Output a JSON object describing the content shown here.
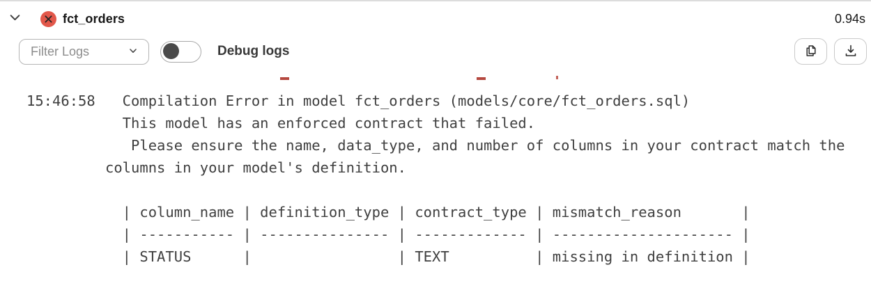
{
  "header": {
    "model_name": "fct_orders",
    "status": "error",
    "status_color": "#e2574a",
    "duration": "0.94s"
  },
  "toolbar": {
    "filter_label": "Filter Logs",
    "debug_toggle_label": "Debug logs",
    "debug_toggle_on": false,
    "icons": [
      "copy-icon",
      "download-icon"
    ]
  },
  "log": {
    "timestamp": "15:46:58",
    "message_lines": [
      "  Compilation Error in model fct_orders (models/core/fct_orders.sql)",
      "  This model has an enforced contract that failed.",
      "   Please ensure the name, data_type, and number of columns in your contract match the",
      "columns in your model's definition.",
      "",
      "  | column_name | definition_type | contract_type | mismatch_reason       |",
      "  | ----------- | --------------- | ------------- | --------------------- |",
      "  | STATUS      |                 | TEXT          | missing in definition |"
    ],
    "error_table": {
      "columns": [
        "column_name",
        "definition_type",
        "contract_type",
        "mismatch_reason"
      ],
      "rows": [
        [
          "STATUS",
          "",
          "TEXT",
          "missing in definition"
        ]
      ]
    },
    "text_color": "#3f3f3f",
    "clipped_error_line_color": "#b5483f"
  }
}
